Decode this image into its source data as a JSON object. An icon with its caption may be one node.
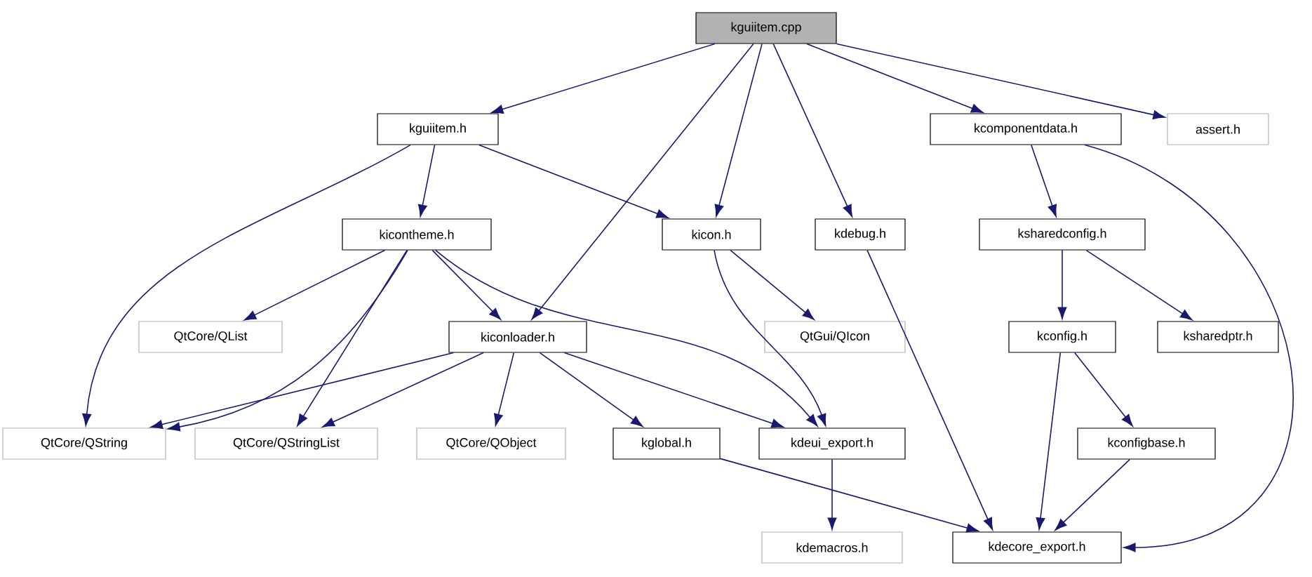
{
  "diagram": {
    "nodes": [
      {
        "text": [
          "kguiitem.cpp"
        ]
      },
      {
        "text": [
          "kguiitem.h"
        ]
      },
      {
        "text": [
          "kcomponentdata.h"
        ]
      },
      {
        "text": [
          "assert.h"
        ]
      },
      {
        "text": [
          "kicontheme.h"
        ]
      },
      {
        "text": [
          "kicon.h"
        ]
      },
      {
        "text": [
          "kdebug.h"
        ]
      },
      {
        "text": [
          "ksharedconfig.h"
        ]
      },
      {
        "text": [
          "QtCore/QList"
        ]
      },
      {
        "text": [
          "kiconloader.h"
        ]
      },
      {
        "text": [
          "QtGui/QIcon"
        ]
      },
      {
        "text": [
          "kconfig.h"
        ]
      },
      {
        "text": [
          "ksharedptr.h"
        ]
      },
      {
        "text": [
          "QtCore/QString"
        ]
      },
      {
        "text": [
          "QtCore/QStringList"
        ]
      },
      {
        "text": [
          "QtCore/QObject"
        ]
      },
      {
        "text": [
          "kglobal.h"
        ]
      },
      {
        "text": [
          "kdeui_export.h"
        ]
      },
      {
        "text": [
          "kconfigbase.h"
        ]
      },
      {
        "text": [
          "kdemacros.h"
        ]
      },
      {
        "text": [
          "kdecore_export.h"
        ]
      }
    ],
    "edges": [
      {
        "from": 0,
        "to": 1,
        "arrow": "to"
      },
      {
        "from": 0,
        "to": 9,
        "arrow": "to"
      },
      {
        "from": 0,
        "to": 5,
        "arrow": "to"
      },
      {
        "from": 0,
        "to": 6,
        "arrow": "to"
      },
      {
        "from": 0,
        "to": 2,
        "arrow": "to"
      },
      {
        "from": 0,
        "to": 3,
        "arrow": "to"
      },
      {
        "from": 1,
        "to": 13,
        "arrow": "to"
      },
      {
        "from": 1,
        "to": 4,
        "arrow": "to"
      },
      {
        "from": 1,
        "to": 5,
        "arrow": "to"
      },
      {
        "from": 4,
        "to": 8,
        "arrow": "to"
      },
      {
        "from": 4,
        "to": 9,
        "arrow": "to"
      },
      {
        "from": 4,
        "to": 13,
        "arrow": "to"
      },
      {
        "from": 4,
        "to": 14,
        "arrow": "to"
      },
      {
        "from": 4,
        "to": 17,
        "arrow": "to"
      },
      {
        "from": 5,
        "to": 10,
        "arrow": "to"
      },
      {
        "from": 5,
        "to": 17,
        "arrow": "to"
      },
      {
        "from": 6,
        "to": 20,
        "arrow": "to"
      },
      {
        "from": 2,
        "to": 7,
        "arrow": "to"
      },
      {
        "from": 2,
        "to": 20,
        "arrow": "to"
      },
      {
        "from": 7,
        "to": 11,
        "arrow": "to"
      },
      {
        "from": 7,
        "to": 12,
        "arrow": "to"
      },
      {
        "from": 9,
        "to": 13,
        "arrow": "to"
      },
      {
        "from": 9,
        "to": 14,
        "arrow": "to"
      },
      {
        "from": 9,
        "to": 15,
        "arrow": "to"
      },
      {
        "from": 9,
        "to": 16,
        "arrow": "to"
      },
      {
        "from": 9,
        "to": 17,
        "arrow": "to"
      },
      {
        "from": 11,
        "to": 20,
        "arrow": "to"
      },
      {
        "from": 11,
        "to": 18,
        "arrow": "to"
      },
      {
        "from": 18,
        "to": 20,
        "arrow": "to"
      },
      {
        "from": 16,
        "to": 20,
        "arrow": "to"
      },
      {
        "from": 17,
        "to": 19,
        "arrow": "to"
      }
    ]
  }
}
